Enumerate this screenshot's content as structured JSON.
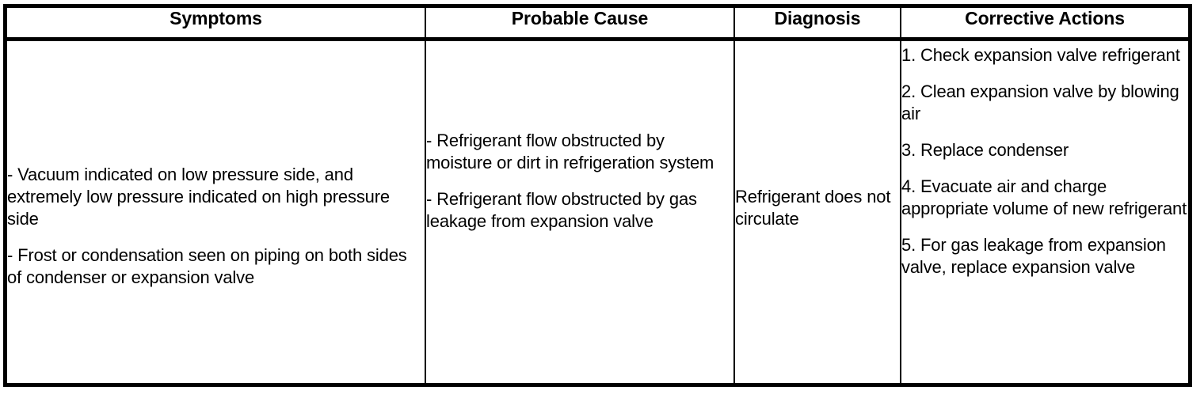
{
  "document": {
    "type": "troubleshooting-table",
    "background_color": "#ffffff",
    "text_color": "#000000",
    "border_color": "#000000"
  },
  "table": {
    "headers": [
      {
        "label": "Symptoms"
      },
      {
        "label": "Probable Cause"
      },
      {
        "label": "Diagnosis"
      },
      {
        "label": "Corrective Actions"
      }
    ],
    "rows": [
      {
        "symptoms": [
          "- Vacuum indicated on low pressure side, and extremely low pressure indicated on high pressure side",
          "- Frost or condensation seen on piping on both sides of condenser or expansion valve"
        ],
        "probable_cause": [
          "- Refrigerant flow obstructed by moisture or dirt in refrigeration system",
          "- Refrigerant flow obstructed by gas leakage from expansion valve"
        ],
        "diagnosis": [
          "Refrigerant does not circulate"
        ],
        "corrective_actions": [
          "1. Check expansion valve refrigerant",
          "2. Clean expansion valve by blowing air",
          "3. Replace condenser",
          "4. Evacuate air and charge appropriate volume of new refrigerant",
          "5. For gas leakage from expansion valve, replace expansion valve"
        ]
      }
    ]
  }
}
